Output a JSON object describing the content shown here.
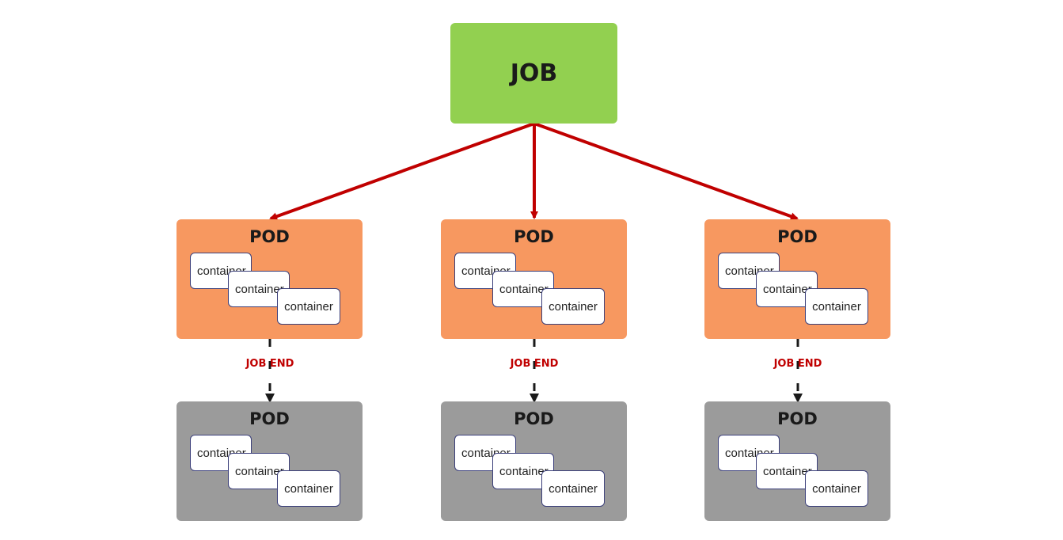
{
  "job": {
    "label": "JOB",
    "color": "#92d050"
  },
  "colors": {
    "arrow": "#c00000",
    "job_end_text": "#c00000",
    "active_pod": "#f79860",
    "completed_pod": "#9b9b9b"
  },
  "pods": [
    {
      "label": "POD",
      "containers": [
        "container",
        "container",
        "container"
      ],
      "job_end_label": "JOB END",
      "after": {
        "label": "POD",
        "containers": [
          "container",
          "container",
          "container"
        ]
      }
    },
    {
      "label": "POD",
      "containers": [
        "container",
        "container",
        "container"
      ],
      "job_end_label": "JOB END",
      "after": {
        "label": "POD",
        "containers": [
          "container",
          "container",
          "container"
        ]
      }
    },
    {
      "label": "POD",
      "containers": [
        "container",
        "container",
        "container"
      ],
      "job_end_label": "JOB END",
      "after": {
        "label": "POD",
        "containers": [
          "container",
          "container",
          "container"
        ]
      }
    }
  ]
}
